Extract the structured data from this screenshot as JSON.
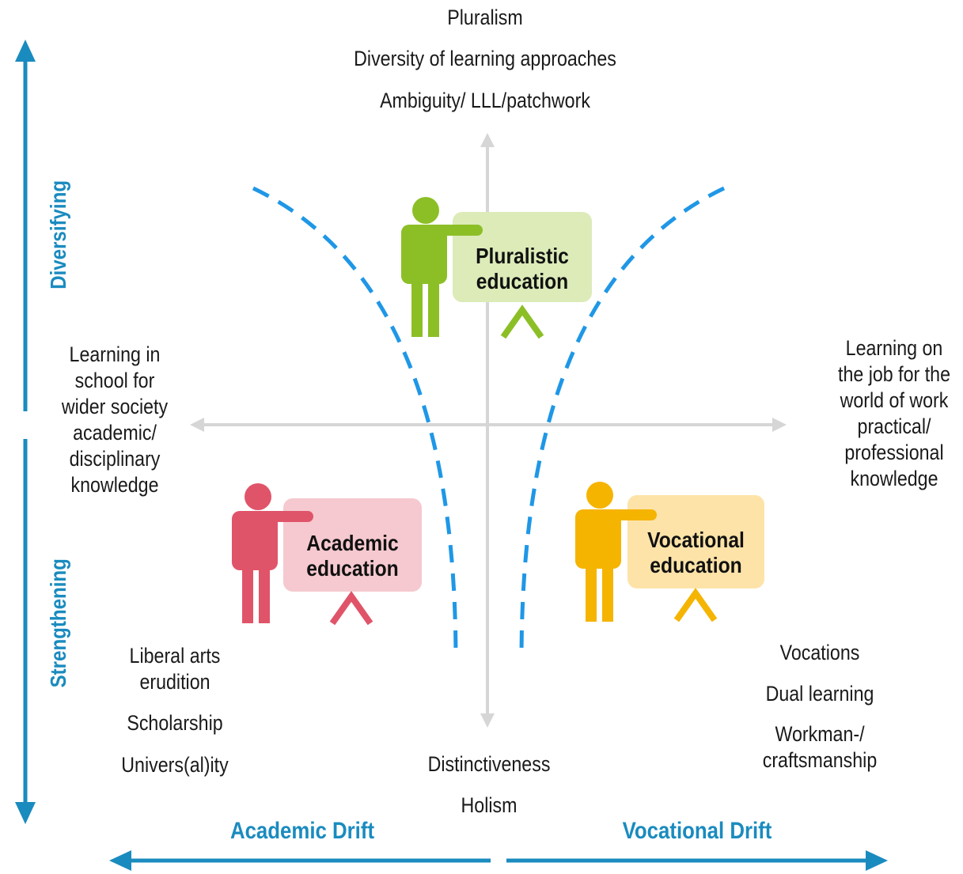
{
  "top": {
    "line1": "Pluralism",
    "line2": "Diversity of learning approaches",
    "line3": "Ambiguity/ LLL/patchwork"
  },
  "left_axis": {
    "label": "Learning in\nschool for\nwider society\nacademic/\ndisciplinary\nknowledge"
  },
  "right_axis": {
    "label": "Learning on\nthe job for the\nworld of work\npractical/\nprofessional\nknowledge"
  },
  "vertical_side": {
    "top_label": "Diversifying",
    "bottom_label": "Strengthening"
  },
  "boards": {
    "pluralistic": "Pluralistic\neducation",
    "academic": "Academic\neducation",
    "vocational": "Vocational\neducation"
  },
  "academic_list": {
    "item1": "Liberal arts\nerudition",
    "item2": "Scholarship",
    "item3": "Univers(al)ity"
  },
  "vocational_list": {
    "item1": "Vocations",
    "item2": "Dual learning",
    "item3": "Workman-/\ncraftsmanship"
  },
  "bottom_center": {
    "item1": "Distinctiveness",
    "item2": "Holism"
  },
  "drift": {
    "academic": "Academic Drift",
    "vocational": "Vocational Drift"
  },
  "colors": {
    "blue_accent": "#1a8bbf",
    "dashed_curve": "#1f97e6",
    "axis_grey": "#d6d6d6",
    "pluralistic_figure": "#8cbf26",
    "pluralistic_board": "#dcebb8",
    "academic_figure": "#e0546a",
    "academic_board": "#f5c9cf",
    "vocational_figure": "#f5b400",
    "vocational_board": "#fde3a8"
  }
}
